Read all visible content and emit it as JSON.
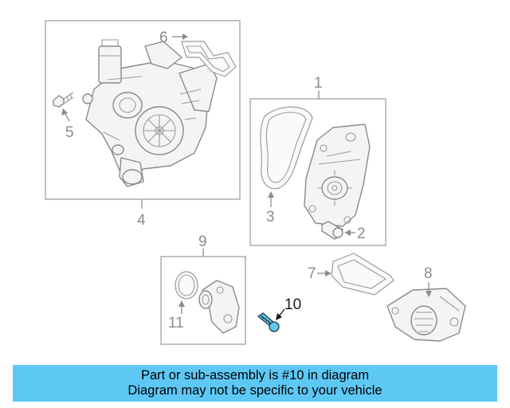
{
  "diagram": {
    "callouts": {
      "c1": "1",
      "c2": "2",
      "c3": "3",
      "c4": "4",
      "c5": "5",
      "c6": "6",
      "c7": "7",
      "c8": "8",
      "c9": "9",
      "c10": "10",
      "c11": "11"
    },
    "highlighted_part": "10",
    "highlight_color": "#5ec8f5"
  },
  "banner": {
    "line1": "Part or sub-assembly is #10 in diagram",
    "line2": "Diagram may not be specific to your vehicle",
    "background": "#5ec8f5"
  }
}
